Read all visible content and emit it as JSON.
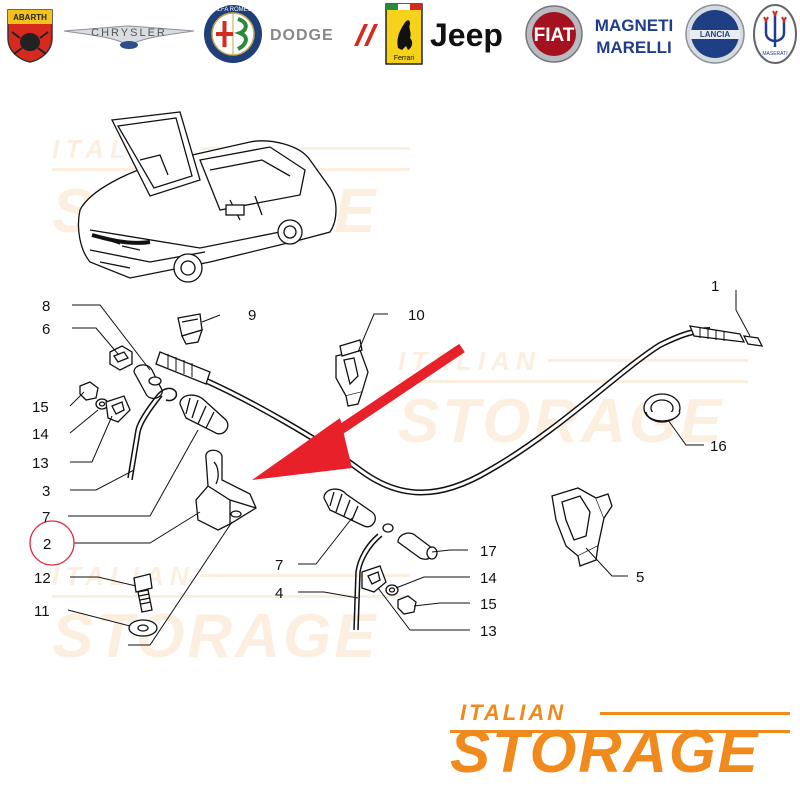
{
  "brands": [
    {
      "name": "abarth-logo",
      "text": "ABARTH"
    },
    {
      "name": "chrysler-logo",
      "text": "CHRYSLER"
    },
    {
      "name": "alfa-romeo-logo",
      "text": "ALFA ROMEO"
    },
    {
      "name": "dodge-logo",
      "text": "DODGE"
    },
    {
      "name": "ferrari-logo",
      "text": "Ferrari"
    },
    {
      "name": "jeep-logo",
      "text": "Jeep"
    },
    {
      "name": "fiat-logo",
      "text": "FIAT"
    },
    {
      "name": "magneti-marelli-logo",
      "text": "MAGNETI MARELLI"
    },
    {
      "name": "lancia-logo",
      "text": "LANCIA"
    },
    {
      "name": "maserati-logo",
      "text": "MASERATI"
    }
  ],
  "watermark": {
    "line1": "ITALIAN",
    "line2": "STORAGE"
  },
  "footer": {
    "line1": "ITALIAN",
    "line2": "STORAGE"
  },
  "callouts": [
    "1",
    "2",
    "3",
    "4",
    "5",
    "6",
    "7",
    "7",
    "8",
    "9",
    "10",
    "11",
    "12",
    "13",
    "13",
    "14",
    "14",
    "15",
    "15",
    "16",
    "17"
  ],
  "highlighted_callout": "2",
  "colors": {
    "accent": "#f08a1c",
    "arrow": "#e8202a",
    "line": "#111111",
    "highlight_circle": "#e0304a"
  }
}
